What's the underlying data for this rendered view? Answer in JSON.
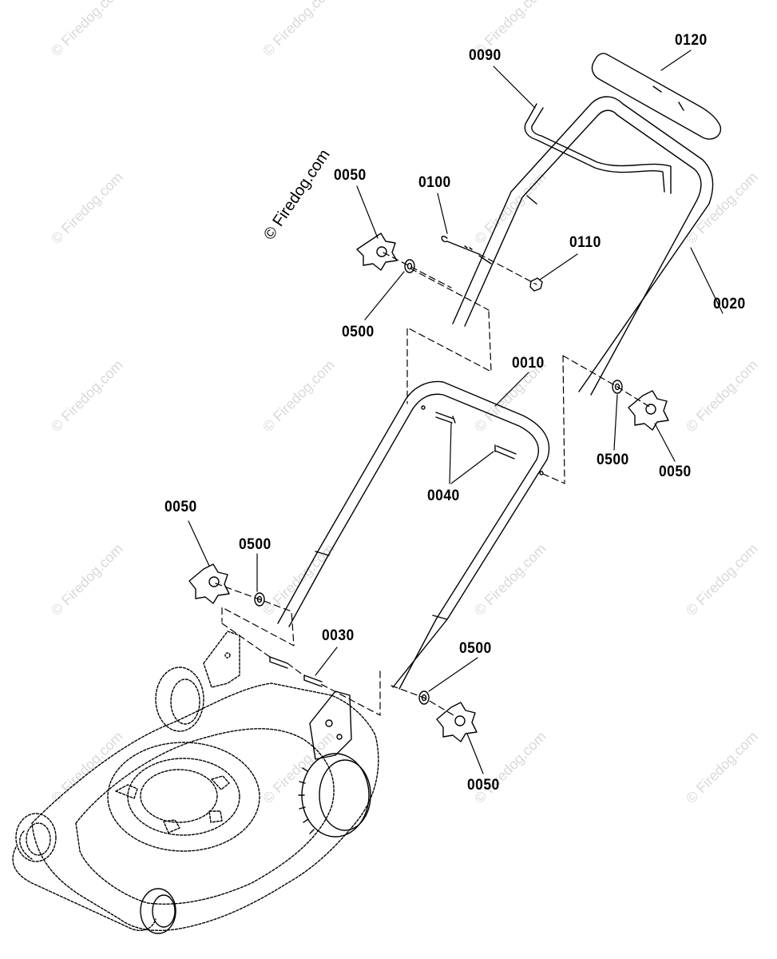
{
  "watermark": "© Firedog.com",
  "callouts": {
    "c0120": "0120",
    "c0090": "0090",
    "c0050_top": "0050",
    "c0100": "0100",
    "c0110": "0110",
    "c0020": "0020",
    "c0500_top": "0500",
    "c0010": "0010",
    "c0500_right": "0500",
    "c0050_right": "0050",
    "c0040": "0040",
    "c0050_left": "0050",
    "c0500_left": "0500",
    "c0030": "0030",
    "c0500_bottom": "0500",
    "c0050_bottom": "0050"
  }
}
